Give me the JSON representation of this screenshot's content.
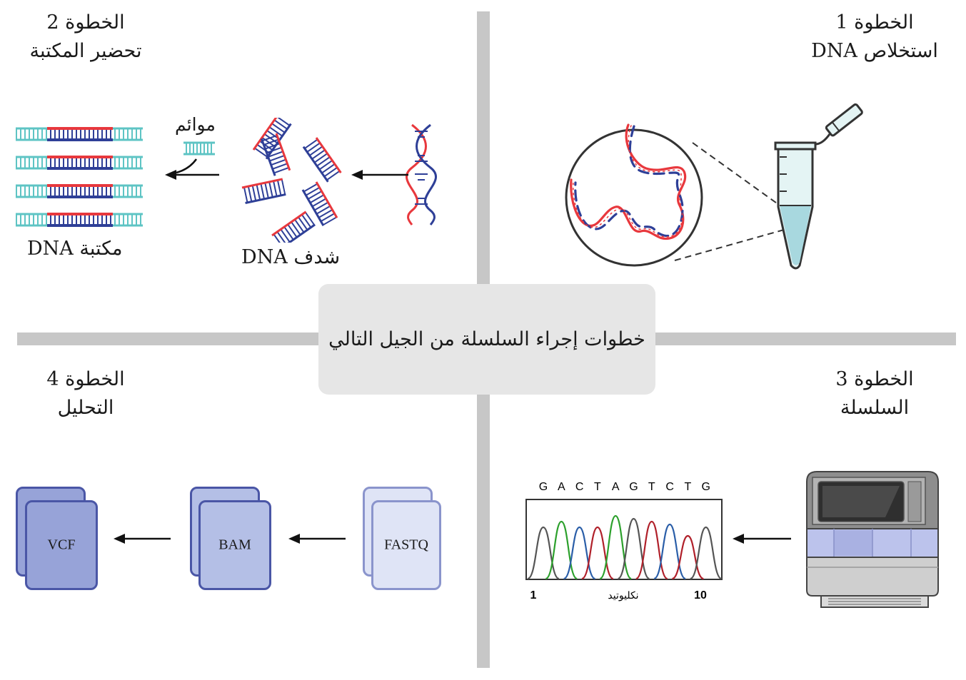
{
  "center_title": "خطوات إجراء السلسلة من الجيل التالي",
  "step1": {
    "title": "الخطوة 1",
    "subtitle": "استخلاص DNA"
  },
  "step2": {
    "title": "الخطوة 2",
    "subtitle": "تحضير المكتبة"
  },
  "step3": {
    "title": "الخطوة 3",
    "subtitle": "السلسلة"
  },
  "step4": {
    "title": "الخطوة 4",
    "subtitle": "التحليل"
  },
  "adapters_label": "موائم",
  "fragments_label": "شدف DNA",
  "library_label": "مكتبة DNA",
  "chromatogram": {
    "bases": [
      "G",
      "A",
      "C",
      "T",
      "A",
      "G",
      "T",
      "C",
      "T",
      "G"
    ],
    "x_start": "1",
    "x_label": "نكليوتيد",
    "x_end": "10"
  },
  "files": {
    "vcf": "VCF",
    "bam": "BAM",
    "fastq": "FASTQ"
  },
  "colors": {
    "red": "#e8383d",
    "blue": "#2e3f97",
    "teal": "#5ec4c4",
    "divider": "#c7c7c7",
    "tube_fill": "#a8d8df",
    "peak_G": "#555555",
    "peak_A": "#2ca02c",
    "peak_C": "#2a5ea8",
    "peak_T": "#b0202a",
    "vcf": "#97a3d8",
    "bam": "#b4bfe6",
    "fastq": "#dfe4f6",
    "file_border": "#4a56a6"
  }
}
